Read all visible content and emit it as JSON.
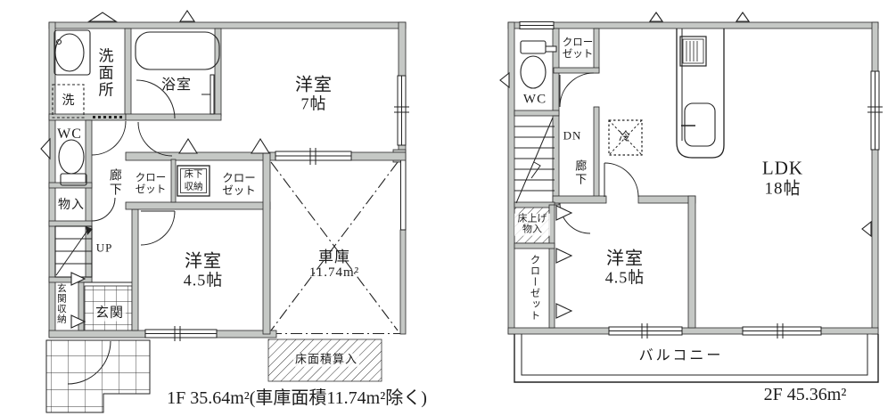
{
  "colors": {
    "background": "#ffffff",
    "line": "#222222",
    "wall_fill": "#c5c8c5"
  },
  "floor1": {
    "caption": "1F 35.64m²(車庫面積11.74m²除く)",
    "rooms": {
      "washroom": "洗面所",
      "washer": "洗",
      "bath": "浴室",
      "wc": "WC",
      "hall": "廊下",
      "storage": "物入",
      "stairs": "UP",
      "closet_left": "クローゼット",
      "underfloor_storage": "床下収納",
      "closet_right": "クローゼット",
      "bedroom7": {
        "name": "洋室",
        "size": "7帖"
      },
      "bedroom45": {
        "name": "洋室",
        "size": "4.5帖"
      },
      "garage": {
        "name": "車庫",
        "size": "11.74m²"
      },
      "entrance_storage": "玄関収納",
      "entrance": "玄関",
      "floor_area_note": "床面積算入"
    },
    "fixtures": [
      "sink-icon",
      "washing-machine-icon",
      "bathtub-icon",
      "toilet-icon",
      "staircase-up-icon",
      "underfloor-storage-icon",
      "entrance-tile",
      "garage-cross-mark"
    ]
  },
  "floor2": {
    "caption": "2F 45.36m²",
    "rooms": {
      "wc": "WC",
      "closet_top": "クローゼット",
      "stairs": "DN",
      "hall": "廊下",
      "fridge": "冷",
      "ldk": {
        "name": "LDK",
        "size": "18帖"
      },
      "raised_floor_storage": "床上げ物入",
      "closet_left": "クローゼット",
      "bedroom45": {
        "name": "洋室",
        "size": "4.5帖"
      },
      "balcony": "バルコニー"
    },
    "fixtures": [
      "toilet-icon",
      "staircase-down-icon",
      "refrigerator-icon",
      "stove-icon",
      "kitchen-sink-icon",
      "balcony-rail"
    ]
  }
}
